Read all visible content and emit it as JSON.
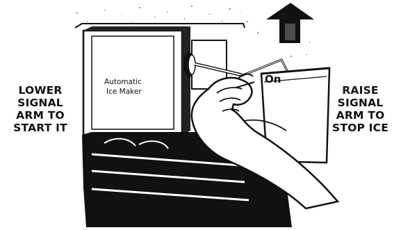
{
  "left_instruction": [
    "LOWER",
    "SIGNAL",
    "ARM TO",
    "START IT"
  ],
  "right_instruction": [
    "RAISE",
    "SIGNAL",
    "ARM TO",
    "STOP ICE"
  ],
  "ice_maker_label": [
    "Automatic",
    "Ice Maker"
  ],
  "arrow_label": "On",
  "icons": [
    "up-arrow-icon",
    "down-arrow-icon"
  ]
}
